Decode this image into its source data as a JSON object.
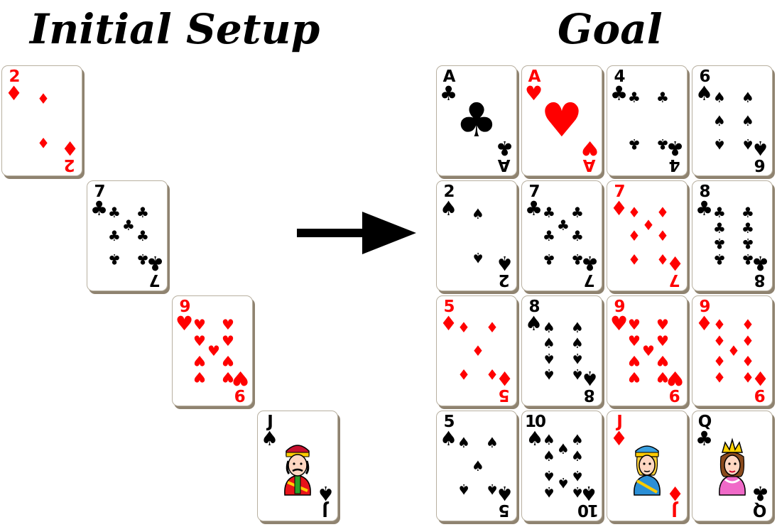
{
  "titles": {
    "initial": "Initial Setup",
    "goal": "Goal"
  },
  "colors": {
    "red": "#ff0000",
    "black": "#000000",
    "card_shadow": "#8f8370",
    "card_border": "#b8b0a0"
  },
  "suit_glyphs": {
    "spades": "♠",
    "hearts": "♥",
    "diamonds": "♦",
    "clubs": "♣"
  },
  "suit_colors": {
    "spades": "black",
    "clubs": "black",
    "hearts": "red",
    "diamonds": "red"
  },
  "arrow": {
    "icon": "right-arrow-icon",
    "direction": "right"
  },
  "initial_cards": [
    {
      "rank": "2",
      "suit": "diamonds"
    },
    {
      "rank": "7",
      "suit": "clubs"
    },
    {
      "rank": "9",
      "suit": "hearts"
    },
    {
      "rank": "J",
      "suit": "spades"
    }
  ],
  "goal_cards": [
    [
      {
        "rank": "A",
        "suit": "clubs"
      },
      {
        "rank": "A",
        "suit": "hearts"
      },
      {
        "rank": "4",
        "suit": "clubs"
      },
      {
        "rank": "6",
        "suit": "spades"
      }
    ],
    [
      {
        "rank": "2",
        "suit": "spades"
      },
      {
        "rank": "7",
        "suit": "clubs"
      },
      {
        "rank": "7",
        "suit": "diamonds"
      },
      {
        "rank": "8",
        "suit": "clubs"
      }
    ],
    [
      {
        "rank": "5",
        "suit": "diamonds"
      },
      {
        "rank": "8",
        "suit": "spades"
      },
      {
        "rank": "9",
        "suit": "hearts"
      },
      {
        "rank": "9",
        "suit": "diamonds"
      }
    ],
    [
      {
        "rank": "5",
        "suit": "spades"
      },
      {
        "rank": "10",
        "suit": "spades"
      },
      {
        "rank": "J",
        "suit": "diamonds"
      },
      {
        "rank": "Q",
        "suit": "clubs"
      }
    ]
  ]
}
